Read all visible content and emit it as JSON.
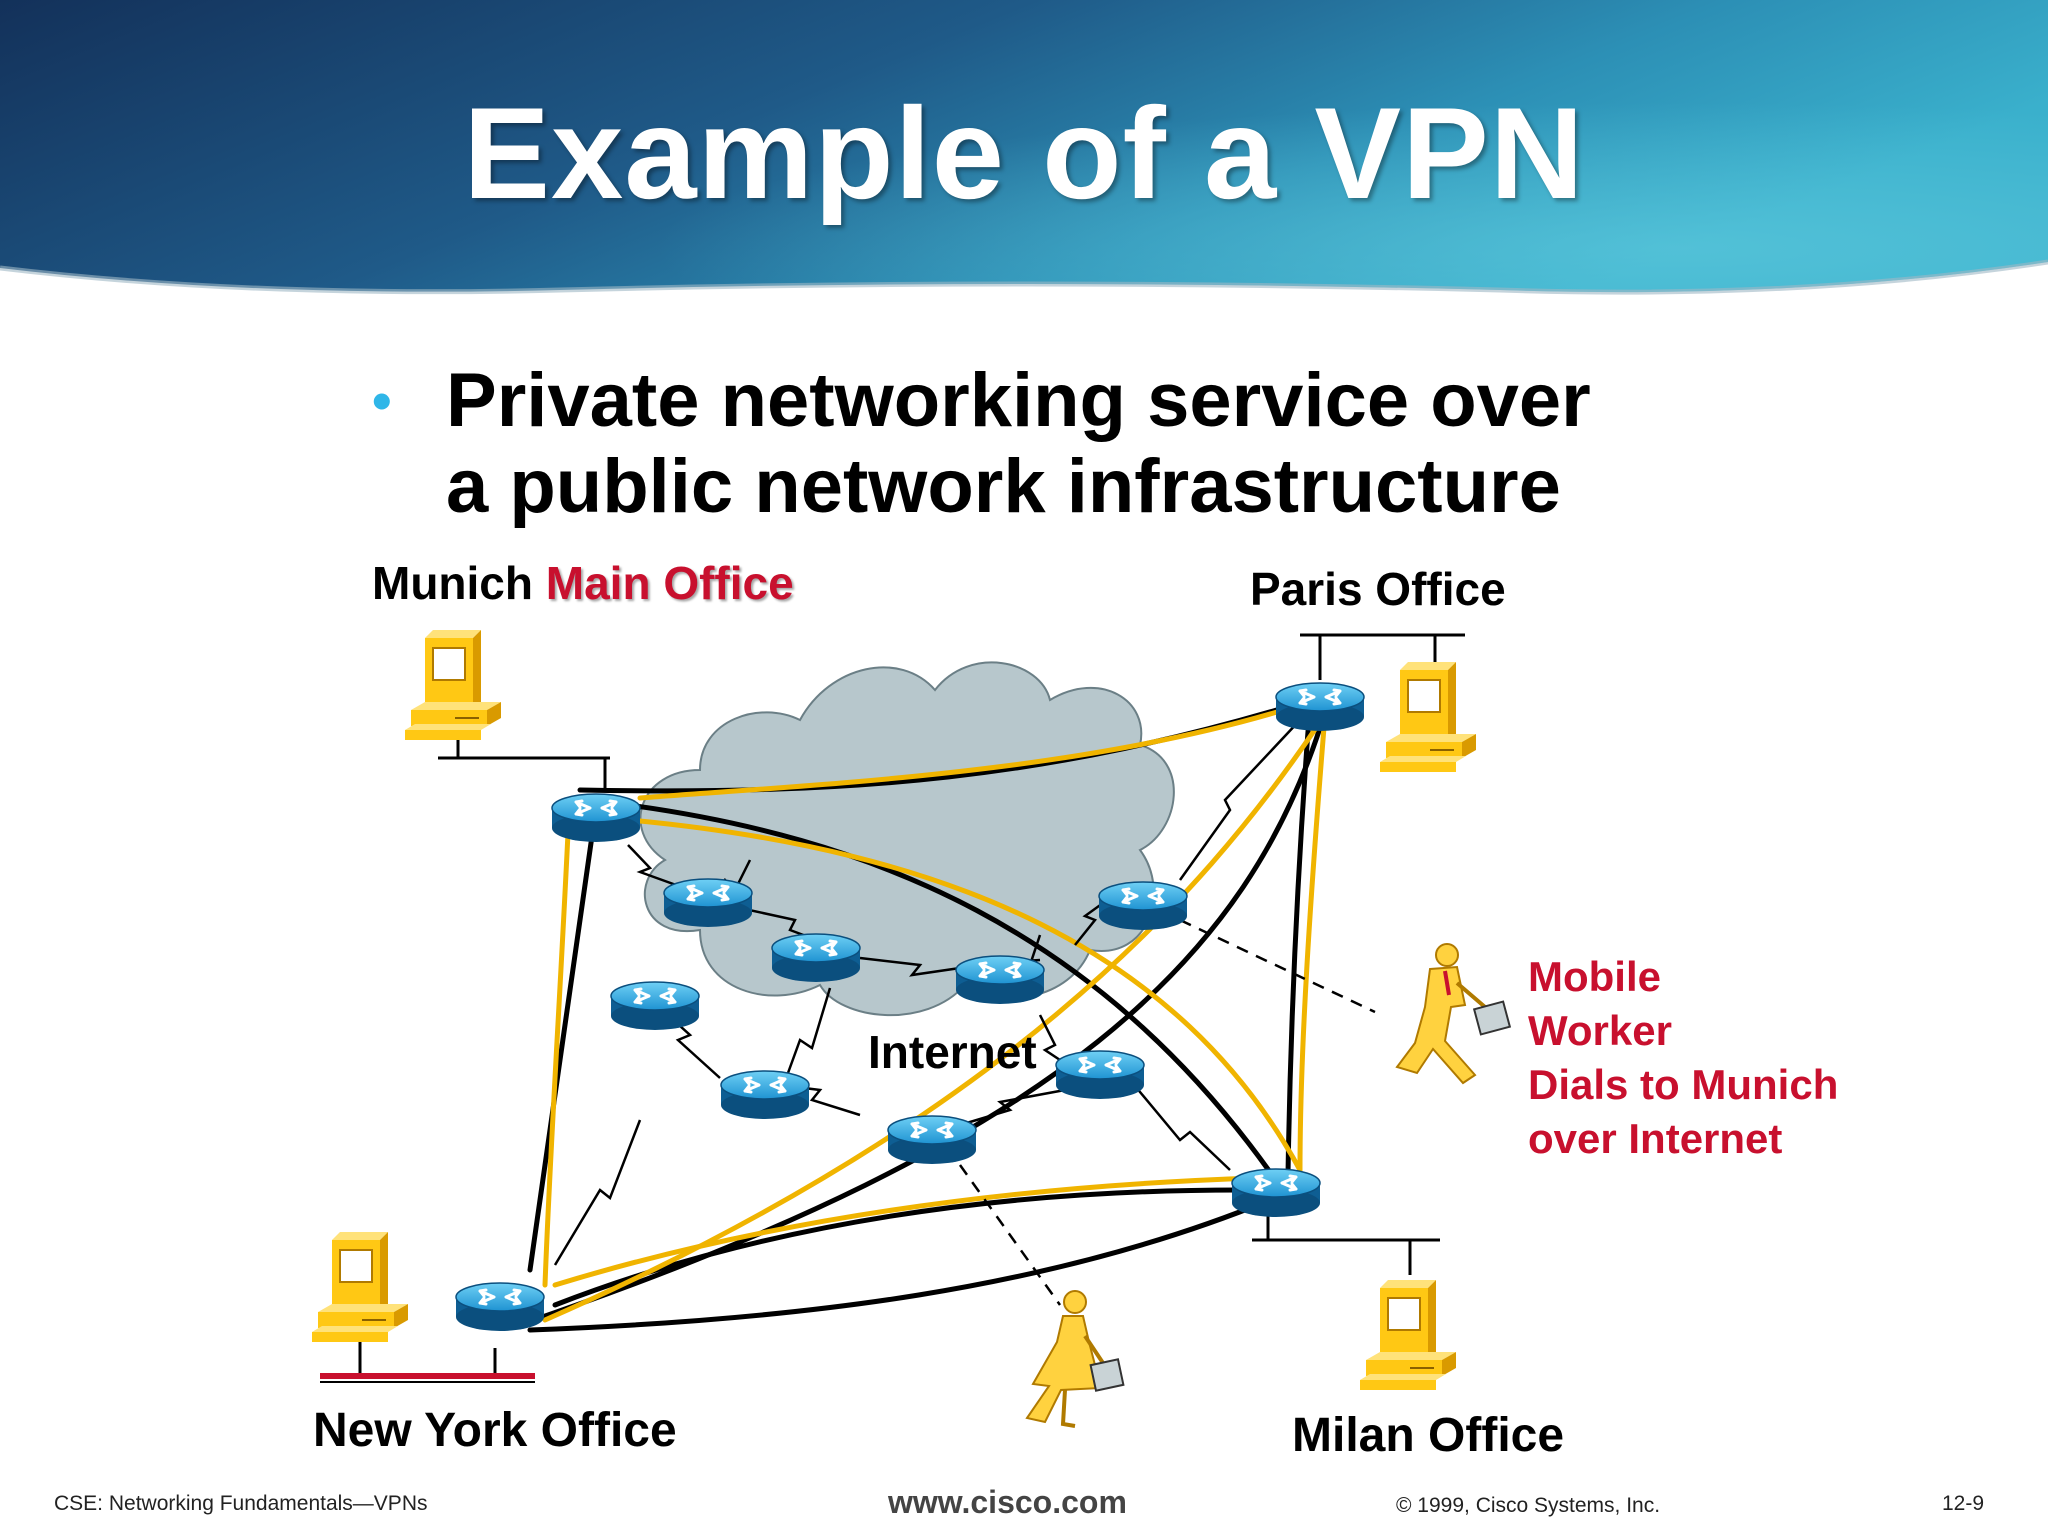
{
  "title": "Example of a VPN",
  "bullet": {
    "line1": "Private networking service over",
    "line2": "a public network infrastructure"
  },
  "labels": {
    "munich_prefix": "Munich ",
    "munich_main": "Main Office",
    "paris": "Paris Office",
    "new_york": "New York Office",
    "milan": "Milan Office",
    "internet": "Internet",
    "mobile_worker": [
      "Mobile",
      "Worker",
      "Dials to Munich",
      "over Internet"
    ]
  },
  "footer": {
    "left": "CSE: Networking Fundamentals—VPNs",
    "center": "www.cisco.com",
    "copyright": "© 1999, Cisco Systems, Inc.",
    "page": "12-9"
  },
  "colors": {
    "header_dark": "#17375e",
    "header_light": "#3aa6c4",
    "bullet": "#2fb6e8",
    "accent_red": "#c8102e",
    "tunnel_yellow": "#f0b400",
    "router_blue": "#1e88c8",
    "cloud": "#b7c7cc",
    "pc_yellow": "#ffcc00"
  }
}
